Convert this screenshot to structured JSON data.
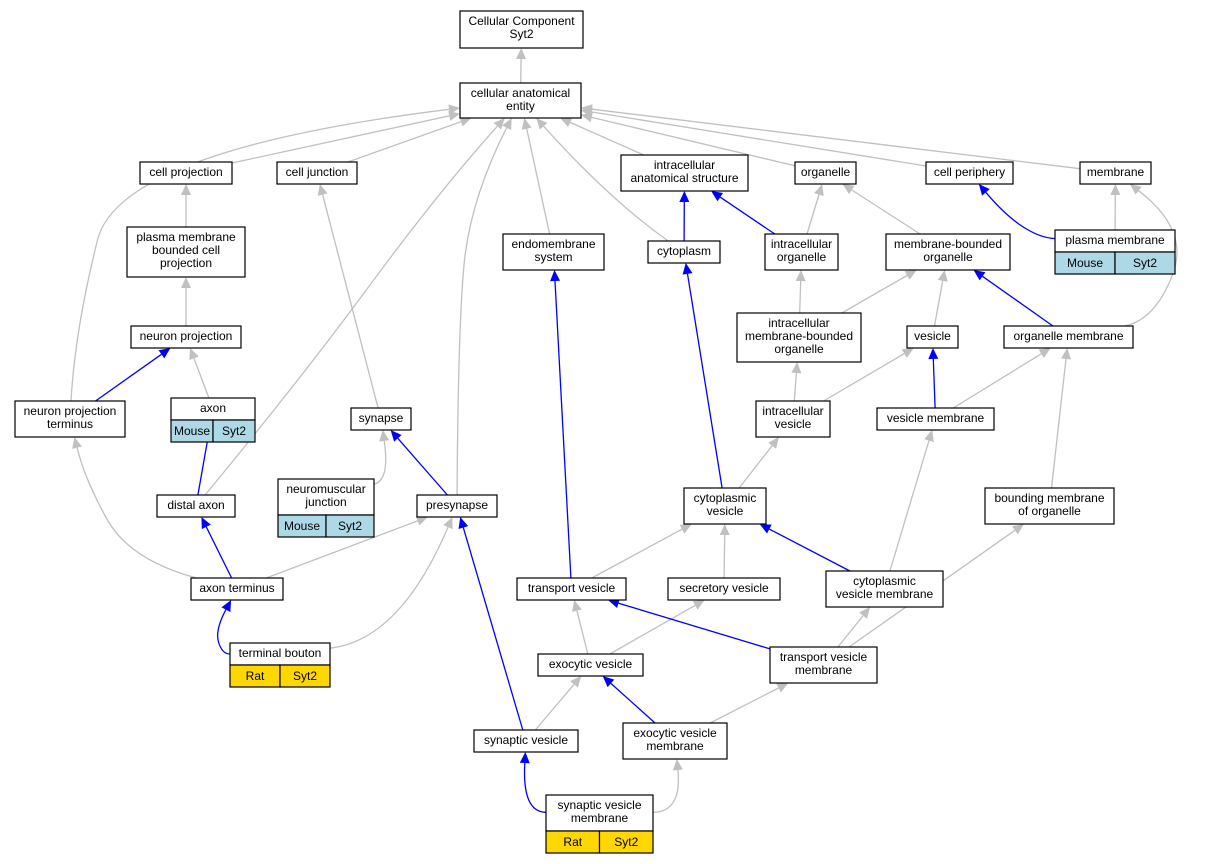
{
  "diagram": {
    "title": "",
    "colors": {
      "edge_default": "#c0c0c0",
      "edge_highlight": "#0000ff",
      "mouse_annotation": "#add8e6",
      "rat_annotation": "#ffd700"
    },
    "nodes": [
      {
        "id": "root",
        "lines": [
          "Cellular Component",
          "Syt2"
        ]
      },
      {
        "id": "cae",
        "lines": [
          "cellular anatomical",
          "entity"
        ]
      },
      {
        "id": "cellproj",
        "lines": [
          "cell projection"
        ]
      },
      {
        "id": "celljunc",
        "lines": [
          "cell junction"
        ]
      },
      {
        "id": "intracell",
        "lines": [
          "intracellular",
          "anatomical structure"
        ]
      },
      {
        "id": "organelle",
        "lines": [
          "organelle"
        ]
      },
      {
        "id": "cellperiph",
        "lines": [
          "cell periphery"
        ]
      },
      {
        "id": "membrane",
        "lines": [
          "membrane"
        ]
      },
      {
        "id": "pmbcp",
        "lines": [
          "plasma membrane",
          "bounded cell",
          "projection"
        ]
      },
      {
        "id": "endomem",
        "lines": [
          "endomembrane",
          "system"
        ]
      },
      {
        "id": "cytoplasm",
        "lines": [
          "cytoplasm"
        ]
      },
      {
        "id": "intraorg",
        "lines": [
          "intracellular",
          "organelle"
        ]
      },
      {
        "id": "membound",
        "lines": [
          "membrane-bounded",
          "organelle"
        ]
      },
      {
        "id": "plasmamem",
        "lines": [
          "plasma membrane"
        ],
        "annotations": [
          {
            "species": "Mouse",
            "gene": "Syt2"
          }
        ]
      },
      {
        "id": "neuronproj",
        "lines": [
          "neuron projection"
        ]
      },
      {
        "id": "imbo",
        "lines": [
          "intracellular",
          "membrane-bounded",
          "organelle"
        ]
      },
      {
        "id": "vesicle",
        "lines": [
          "vesicle"
        ]
      },
      {
        "id": "orgmem",
        "lines": [
          "organelle membrane"
        ]
      },
      {
        "id": "npt",
        "lines": [
          "neuron projection",
          "terminus"
        ]
      },
      {
        "id": "axon",
        "lines": [
          "axon"
        ],
        "annotations": [
          {
            "species": "Mouse",
            "gene": "Syt2"
          }
        ]
      },
      {
        "id": "synapse",
        "lines": [
          "synapse"
        ]
      },
      {
        "id": "intraves",
        "lines": [
          "intracellular",
          "vesicle"
        ]
      },
      {
        "id": "vesmem",
        "lines": [
          "vesicle membrane"
        ]
      },
      {
        "id": "nmj",
        "lines": [
          "neuromuscular",
          "junction"
        ],
        "annotations": [
          {
            "species": "Mouse",
            "gene": "Syt2"
          }
        ]
      },
      {
        "id": "distalaxon",
        "lines": [
          "distal axon"
        ]
      },
      {
        "id": "presynapse",
        "lines": [
          "presynapse"
        ]
      },
      {
        "id": "cytoves",
        "lines": [
          "cytoplasmic",
          "vesicle"
        ]
      },
      {
        "id": "bmo",
        "lines": [
          "bounding membrane",
          "of organelle"
        ]
      },
      {
        "id": "axonterm",
        "lines": [
          "axon terminus"
        ]
      },
      {
        "id": "transves",
        "lines": [
          "transport vesicle"
        ]
      },
      {
        "id": "secves",
        "lines": [
          "secretory vesicle"
        ]
      },
      {
        "id": "cvm",
        "lines": [
          "cytoplasmic",
          "vesicle membrane"
        ]
      },
      {
        "id": "termbouton",
        "lines": [
          "terminal bouton"
        ],
        "annotations": [
          {
            "species": "Rat",
            "gene": "Syt2"
          }
        ]
      },
      {
        "id": "exoves",
        "lines": [
          "exocytic vesicle"
        ]
      },
      {
        "id": "tvm",
        "lines": [
          "transport vesicle",
          "membrane"
        ]
      },
      {
        "id": "synves",
        "lines": [
          "synaptic vesicle"
        ]
      },
      {
        "id": "evm",
        "lines": [
          "exocytic vesicle",
          "membrane"
        ]
      },
      {
        "id": "svm",
        "lines": [
          "synaptic vesicle",
          "membrane"
        ],
        "annotations": [
          {
            "species": "Rat",
            "gene": "Syt2"
          }
        ]
      }
    ],
    "edges": [
      {
        "from": "cae",
        "to": "root",
        "style": "gray"
      },
      {
        "from": "cellproj",
        "to": "cae",
        "style": "gray"
      },
      {
        "from": "celljunc",
        "to": "cae",
        "style": "gray"
      },
      {
        "from": "intracell",
        "to": "cae",
        "style": "gray"
      },
      {
        "from": "organelle",
        "to": "cae",
        "style": "gray"
      },
      {
        "from": "cellperiph",
        "to": "cae",
        "style": "gray"
      },
      {
        "from": "membrane",
        "to": "cae",
        "style": "gray"
      },
      {
        "from": "npt",
        "to": "cae",
        "style": "gray"
      },
      {
        "from": "distalaxon",
        "to": "cae",
        "style": "gray"
      },
      {
        "from": "presynapse",
        "to": "cae",
        "style": "gray"
      },
      {
        "from": "endomem",
        "to": "cae",
        "style": "gray"
      },
      {
        "from": "cytoplasm",
        "to": "cae",
        "style": "gray"
      },
      {
        "from": "pmbcp",
        "to": "cellproj",
        "style": "gray"
      },
      {
        "from": "neuronproj",
        "to": "pmbcp",
        "style": "gray"
      },
      {
        "from": "npt",
        "to": "neuronproj",
        "style": "blue"
      },
      {
        "from": "axon",
        "to": "neuronproj",
        "style": "gray"
      },
      {
        "from": "synapse",
        "to": "celljunc",
        "style": "gray"
      },
      {
        "from": "cytoplasm",
        "to": "intracell",
        "style": "blue"
      },
      {
        "from": "intraorg",
        "to": "intracell",
        "style": "blue"
      },
      {
        "from": "intraorg",
        "to": "organelle",
        "style": "gray"
      },
      {
        "from": "membound",
        "to": "organelle",
        "style": "gray"
      },
      {
        "from": "plasmamem",
        "to": "cellperiph",
        "style": "blue"
      },
      {
        "from": "plasmamem",
        "to": "membrane",
        "style": "gray"
      },
      {
        "from": "orgmem",
        "to": "membrane",
        "style": "gray"
      },
      {
        "from": "imbo",
        "to": "intraorg",
        "style": "gray"
      },
      {
        "from": "imbo",
        "to": "membound",
        "style": "gray"
      },
      {
        "from": "vesicle",
        "to": "membound",
        "style": "gray"
      },
      {
        "from": "orgmem",
        "to": "membound",
        "style": "blue"
      },
      {
        "from": "intraves",
        "to": "imbo",
        "style": "gray"
      },
      {
        "from": "intraves",
        "to": "vesicle",
        "style": "gray"
      },
      {
        "from": "vesmem",
        "to": "vesicle",
        "style": "blue"
      },
      {
        "from": "vesmem",
        "to": "orgmem",
        "style": "gray"
      },
      {
        "from": "bmo",
        "to": "orgmem",
        "style": "gray"
      },
      {
        "from": "distalaxon",
        "to": "axon",
        "style": "blue"
      },
      {
        "from": "nmj",
        "to": "synapse",
        "style": "gray"
      },
      {
        "from": "presynapse",
        "to": "synapse",
        "style": "blue"
      },
      {
        "from": "cytoves",
        "to": "intraves",
        "style": "gray"
      },
      {
        "from": "cytoves",
        "to": "cytoplasm",
        "style": "blue"
      },
      {
        "from": "cvm",
        "to": "vesmem",
        "style": "gray"
      },
      {
        "from": "axonterm",
        "to": "npt",
        "style": "gray"
      },
      {
        "from": "axonterm",
        "to": "distalaxon",
        "style": "blue"
      },
      {
        "from": "axonterm",
        "to": "presynapse",
        "style": "gray"
      },
      {
        "from": "termbouton",
        "to": "presynapse",
        "style": "gray"
      },
      {
        "from": "synves",
        "to": "presynapse",
        "style": "blue"
      },
      {
        "from": "transves",
        "to": "cytoves",
        "style": "gray"
      },
      {
        "from": "transves",
        "to": "endomem",
        "style": "blue"
      },
      {
        "from": "secves",
        "to": "cytoves",
        "style": "gray"
      },
      {
        "from": "cvm",
        "to": "cytoves",
        "style": "blue"
      },
      {
        "from": "tvm",
        "to": "cvm",
        "style": "gray"
      },
      {
        "from": "tvm",
        "to": "bmo",
        "style": "gray"
      },
      {
        "from": "termbouton",
        "to": "axonterm",
        "style": "blue"
      },
      {
        "from": "exoves",
        "to": "transves",
        "style": "gray"
      },
      {
        "from": "exoves",
        "to": "secves",
        "style": "gray"
      },
      {
        "from": "tvm",
        "to": "transves",
        "style": "blue"
      },
      {
        "from": "synves",
        "to": "exoves",
        "style": "gray"
      },
      {
        "from": "evm",
        "to": "exoves",
        "style": "blue"
      },
      {
        "from": "evm",
        "to": "tvm",
        "style": "gray"
      },
      {
        "from": "svm",
        "to": "synves",
        "style": "blue"
      },
      {
        "from": "svm",
        "to": "evm",
        "style": "gray"
      }
    ]
  }
}
